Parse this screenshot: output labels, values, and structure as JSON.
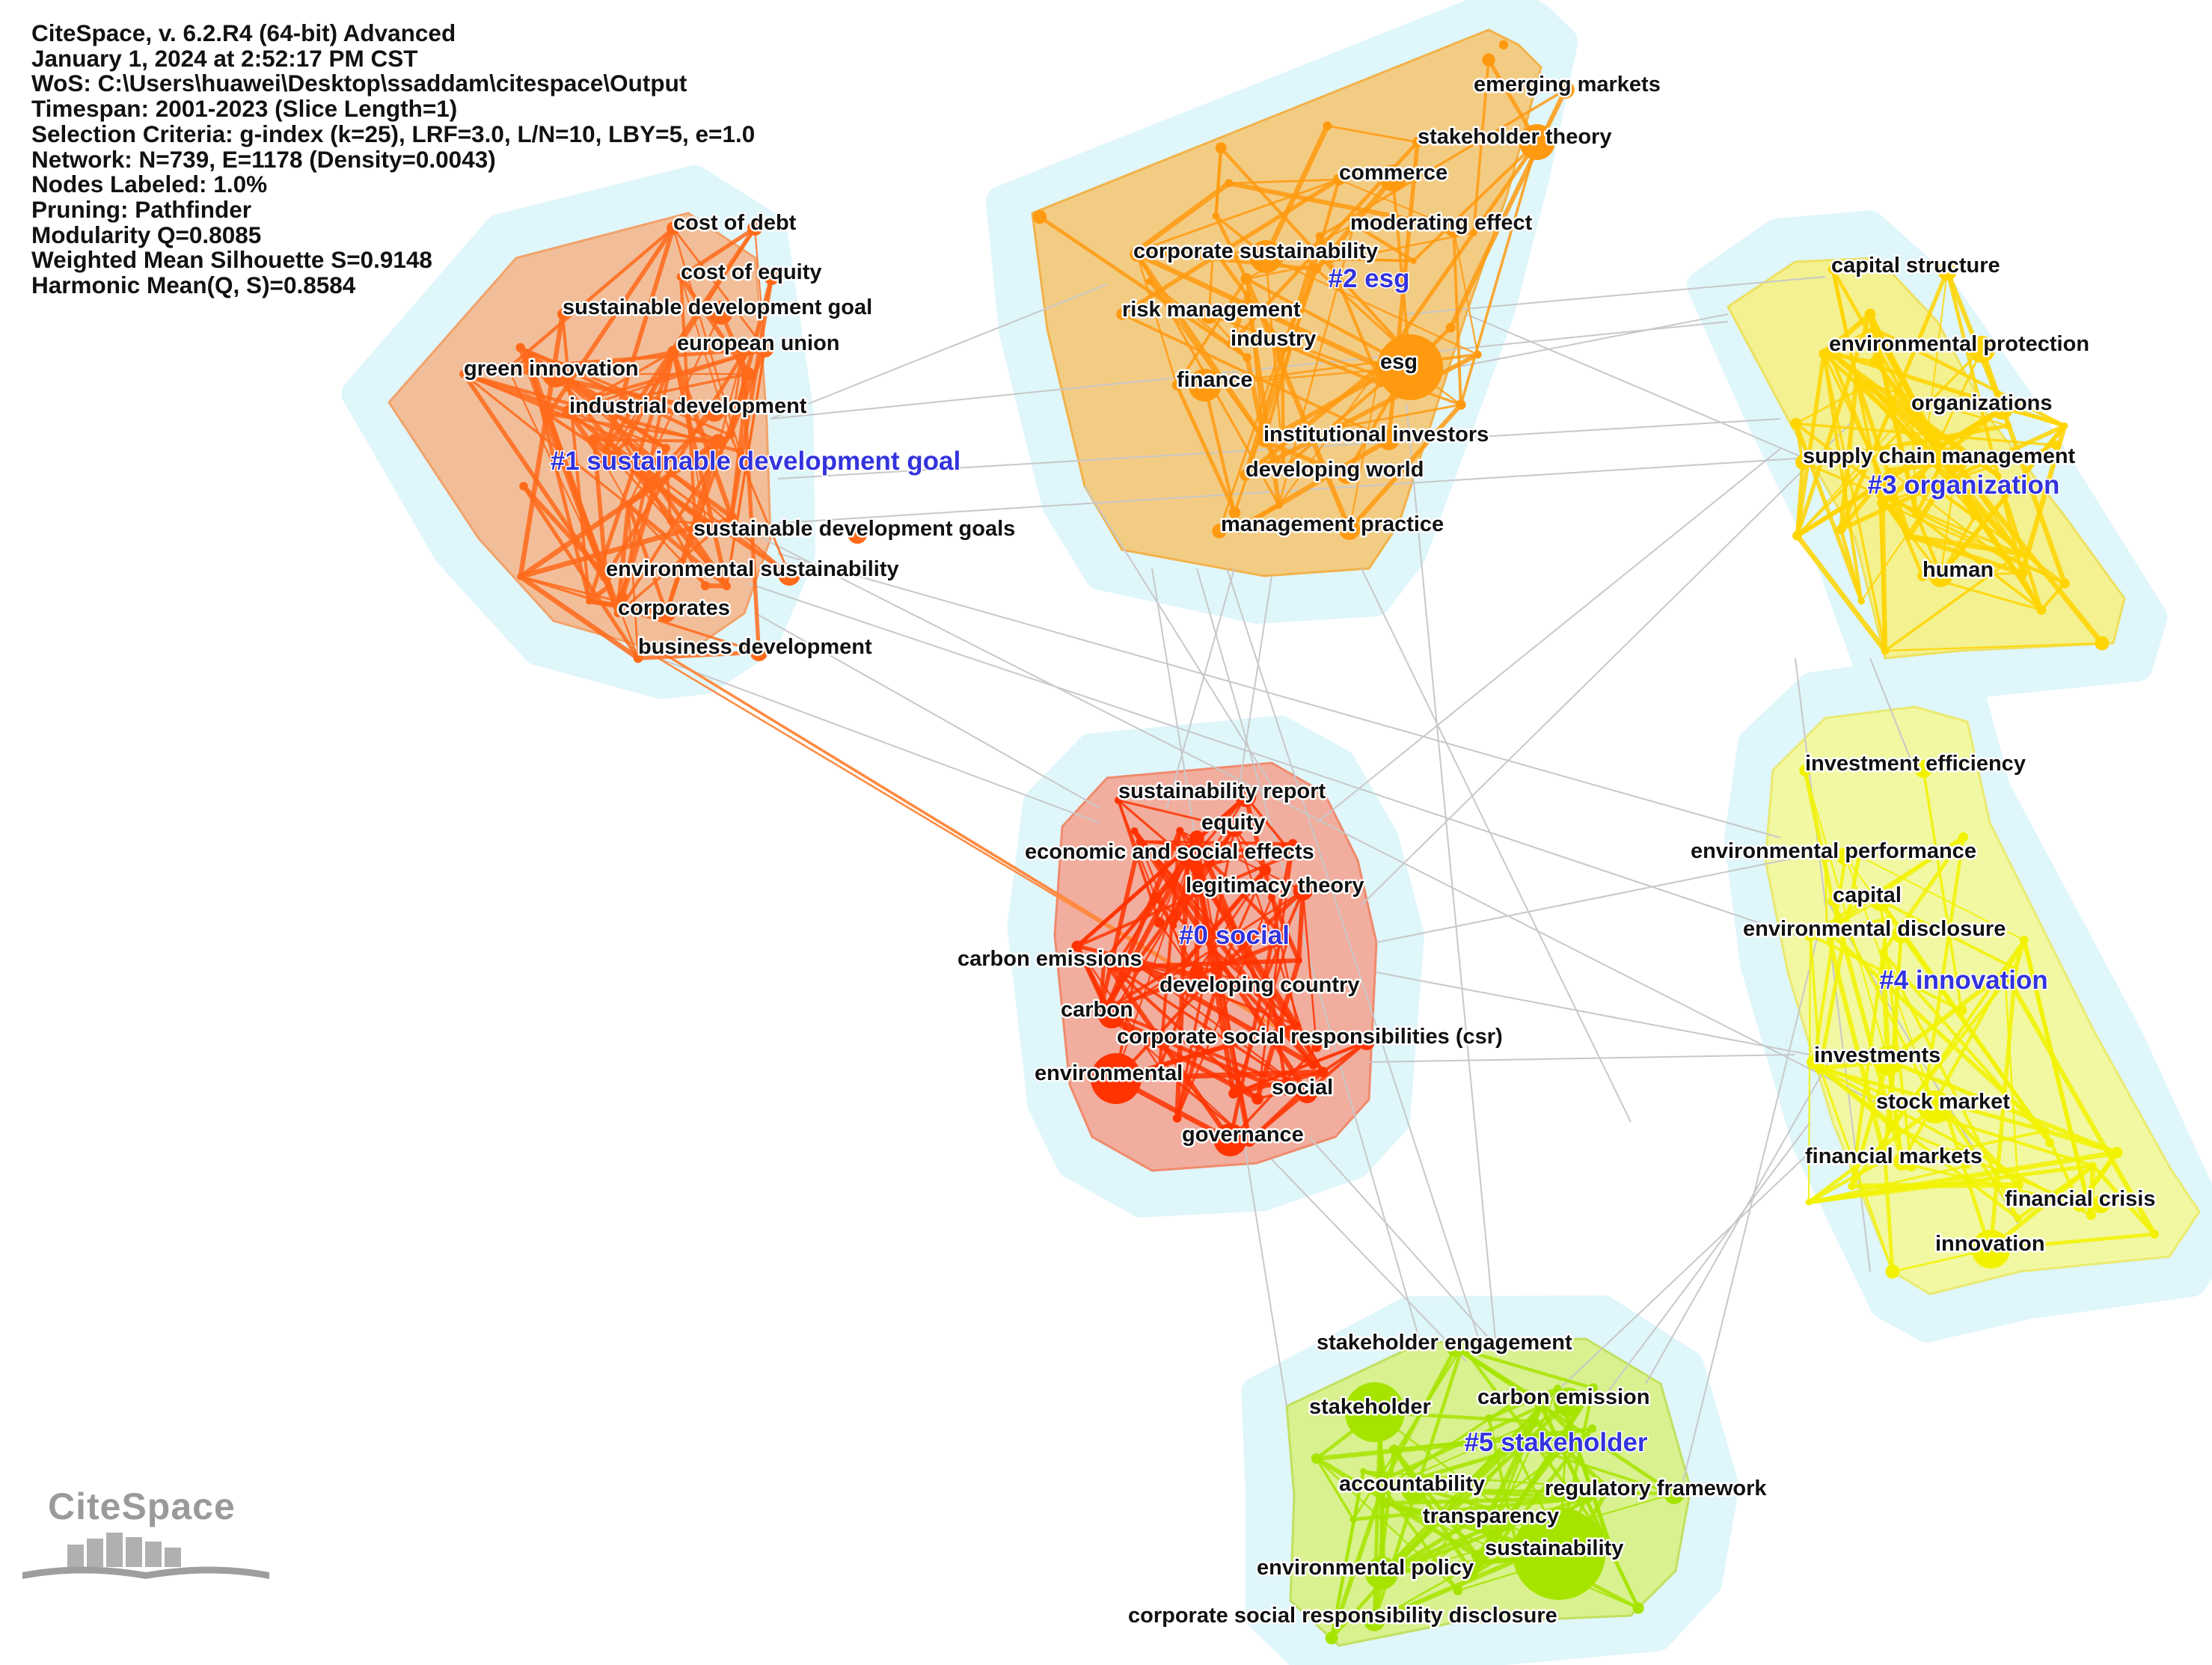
{
  "header_lines": [
    "CiteSpace, v. 6.2.R4 (64-bit) Advanced",
    "January 1, 2024 at 2:52:17 PM CST",
    "WoS: C:\\Users\\huawei\\Desktop\\ssaddam\\citespace\\Output",
    "Timespan: 2001-2023 (Slice Length=1)",
    "Selection Criteria: g-index (k=25), LRF=3.0, L/N=10, LBY=5, e=1.0",
    "Network: N=739, E=1178 (Density=0.0043)",
    "Nodes Labeled: 1.0%",
    "Pruning: Pathfinder",
    "Modularity Q=0.8085",
    "Weighted Mean Silhouette S=0.9148",
    "Harmonic Mean(Q, S)=0.8584"
  ],
  "logo_text": "CiteSpace",
  "colors": {
    "cluster0": "#ff3300",
    "cluster1": "#ff6a1a",
    "cluster2": "#ff9a10",
    "cluster3": "#ffd400",
    "cluster4": "#f2f200",
    "cluster5": "#a6e400",
    "cluster_label": "#3333dd",
    "halo": "#dff6fb",
    "link": "#c8c8c8"
  },
  "clusters": [
    {
      "id": 0,
      "label": "#0 social",
      "keywords": [
        "sustainability report",
        "equity",
        "economic and social effects",
        "legitimacy theory",
        "carbon emissions",
        "developing country",
        "carbon",
        "corporate social responsibilities (csr)",
        "environmental",
        "social",
        "governance"
      ]
    },
    {
      "id": 1,
      "label": "#1 sustainable development goal",
      "keywords": [
        "cost of debt",
        "cost of equity",
        "sustainable development goal",
        "european union",
        "green innovation",
        "industrial development",
        "sustainable development goals",
        "environmental sustainability",
        "corporates",
        "business development"
      ]
    },
    {
      "id": 2,
      "label": "#2 esg",
      "keywords": [
        "emerging markets",
        "stakeholder theory",
        "commerce",
        "moderating effect",
        "corporate sustainability",
        "risk management",
        "industry",
        "esg",
        "finance",
        "institutional investors",
        "developing world",
        "management practice"
      ]
    },
    {
      "id": 3,
      "label": "#3 organization",
      "keywords": [
        "capital structure",
        "environmental protection",
        "organizations",
        "supply chain management",
        "human"
      ]
    },
    {
      "id": 4,
      "label": "#4 innovation",
      "keywords": [
        "investment efficiency",
        "environmental performance",
        "capital",
        "environmental disclosure",
        "investments",
        "stock market",
        "financial markets",
        "financial crisis",
        "innovation"
      ]
    },
    {
      "id": 5,
      "label": "#5 stakeholder",
      "keywords": [
        "stakeholder engagement",
        "stakeholder",
        "carbon emission",
        "accountability",
        "regulatory framework",
        "transparency",
        "sustainability",
        "environmental policy",
        "corporate social responsibility disclosure"
      ]
    }
  ]
}
